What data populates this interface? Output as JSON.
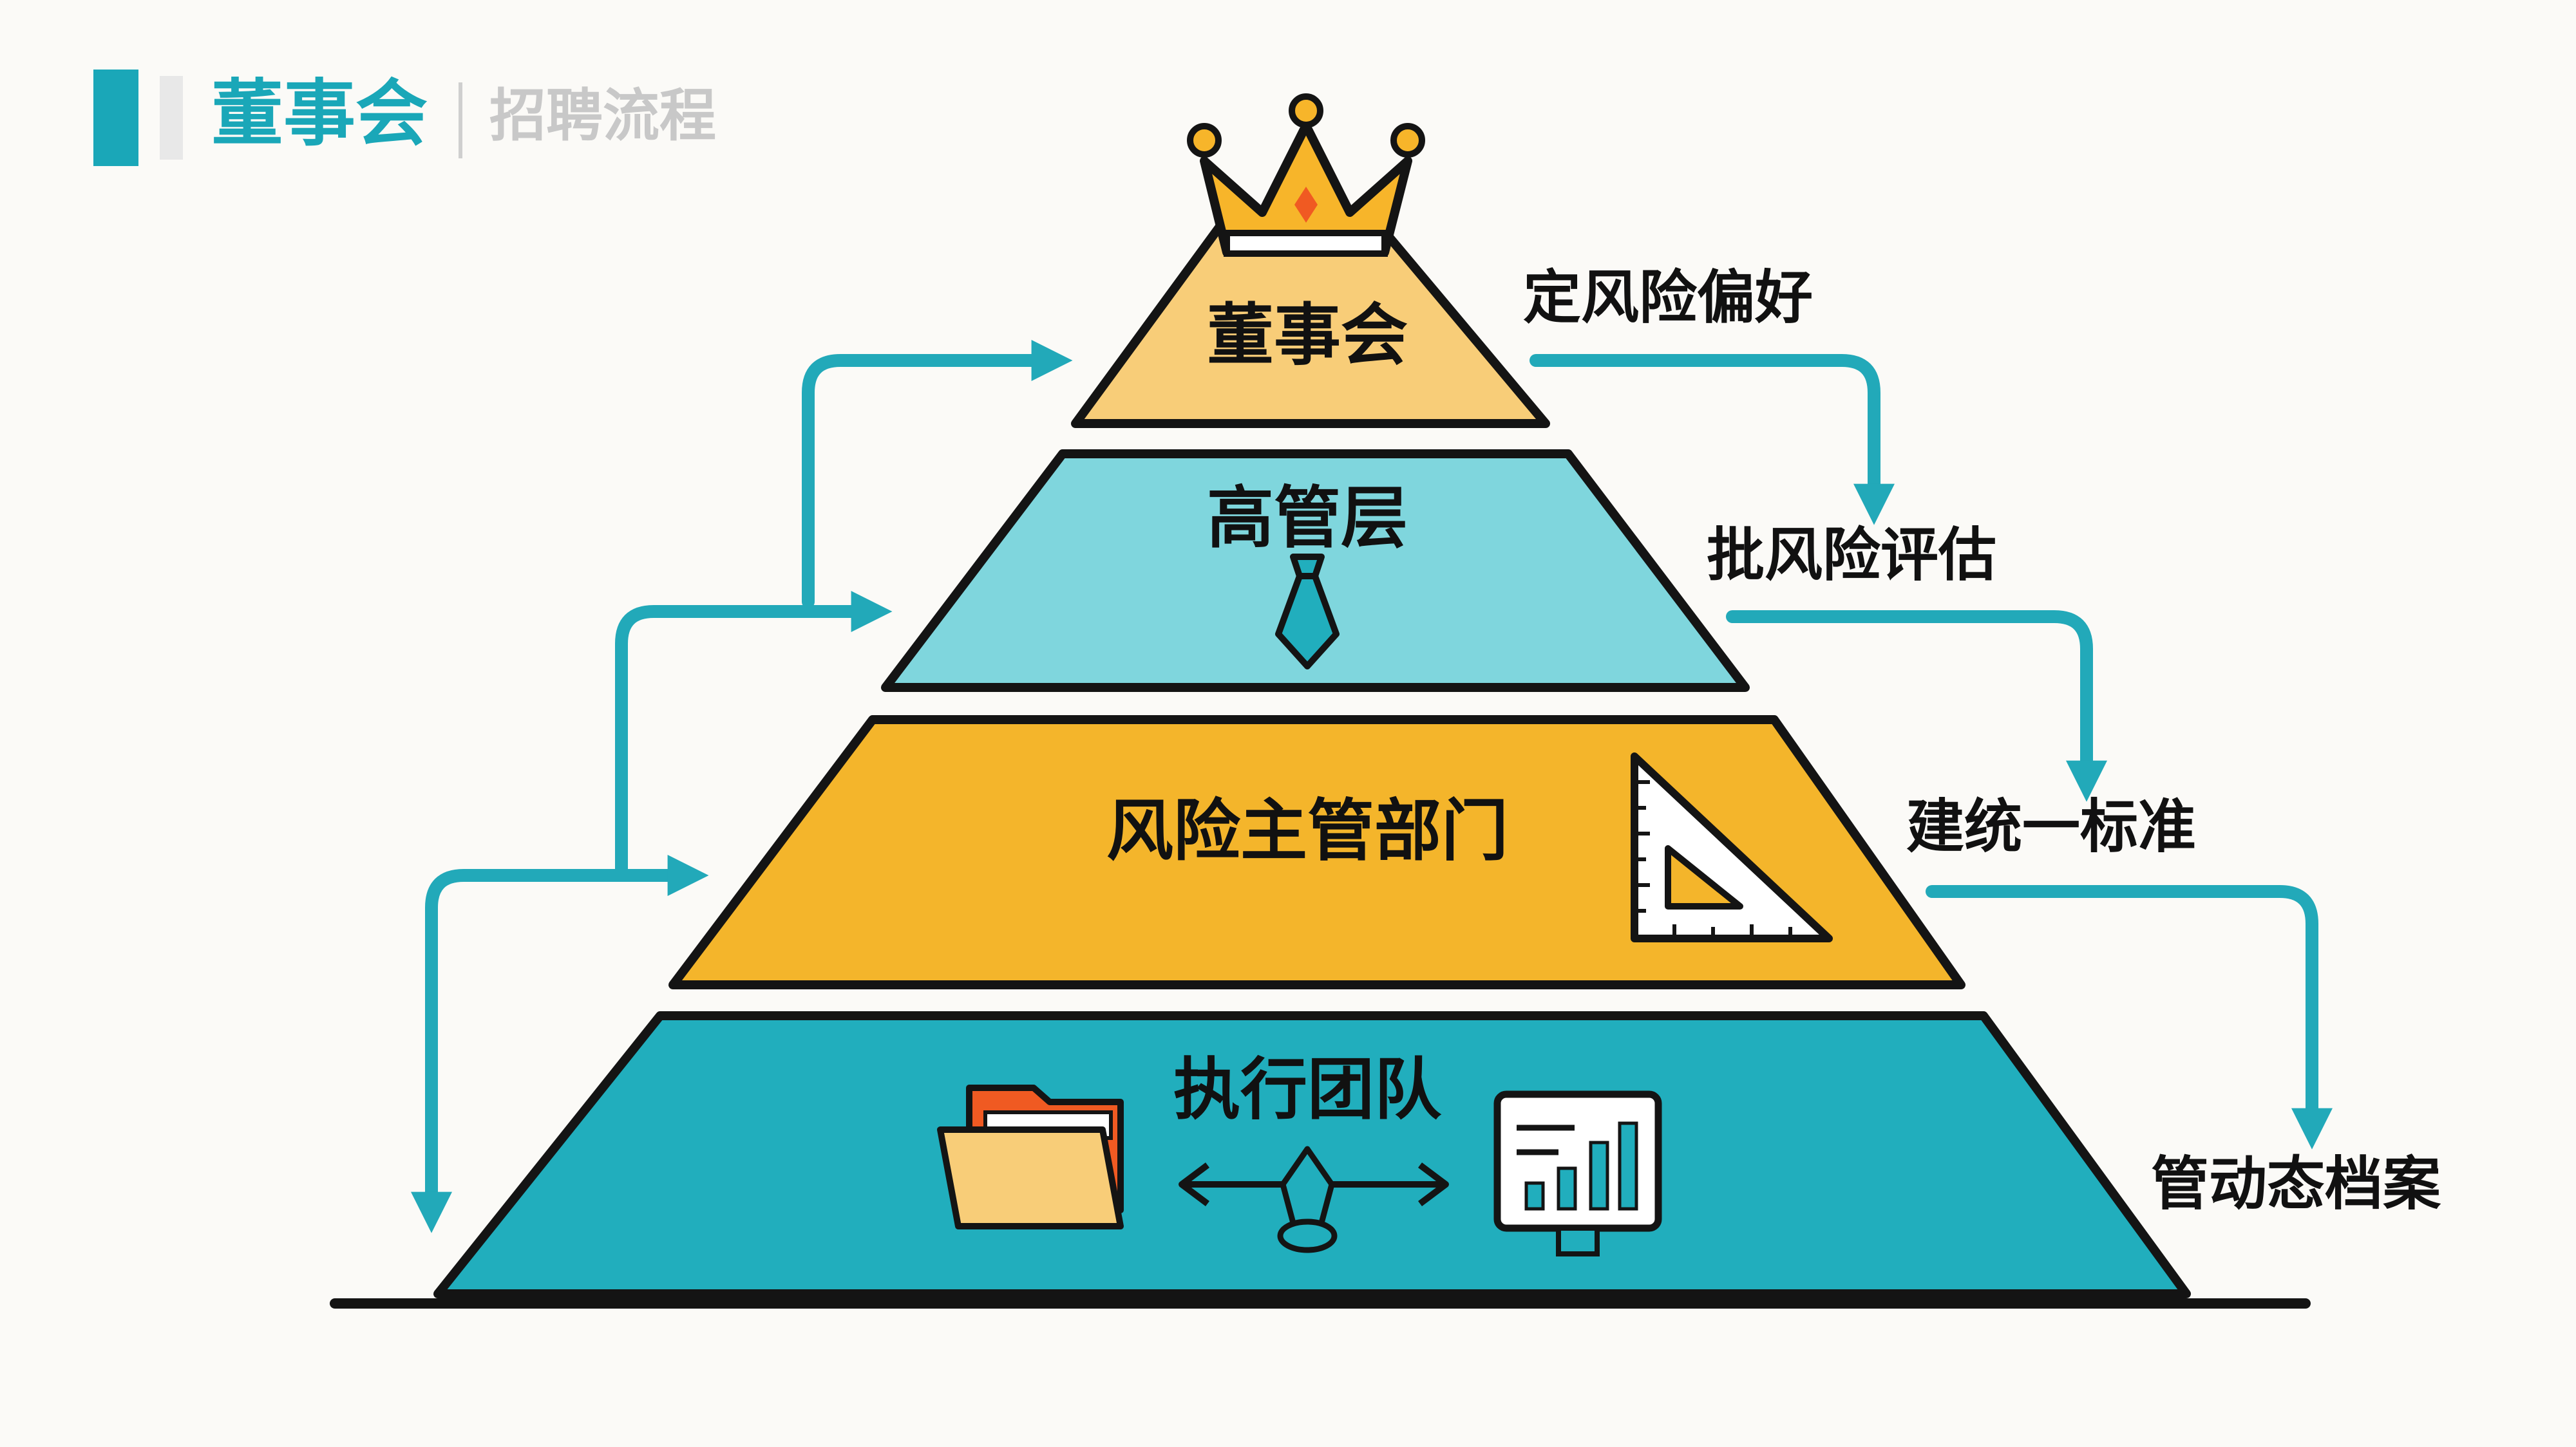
{
  "header": {
    "title": "董事会",
    "subtitle": "招聘流程"
  },
  "pyramid": {
    "tiers": [
      {
        "label": "董事会",
        "color": "#f8cd78",
        "icon": "crown-icon"
      },
      {
        "label": "高管层",
        "color": "#7fd6dd",
        "icon": "tie-icon"
      },
      {
        "label": "风险主管部门",
        "color": "#f4b52b",
        "icon": "set-square-icon"
      },
      {
        "label": "执行团队",
        "color": "#21aebd",
        "icon": "folder-icon, exchange-icon, dashboard-icon"
      }
    ]
  },
  "actions": [
    "定风险偏好",
    "批风险评估",
    "建统一标准",
    "管动态档案"
  ],
  "colors": {
    "accent_teal": "#1aa7b8",
    "arrow": "#22a9b9",
    "outline": "#141414",
    "background": "#fbfaf7"
  }
}
